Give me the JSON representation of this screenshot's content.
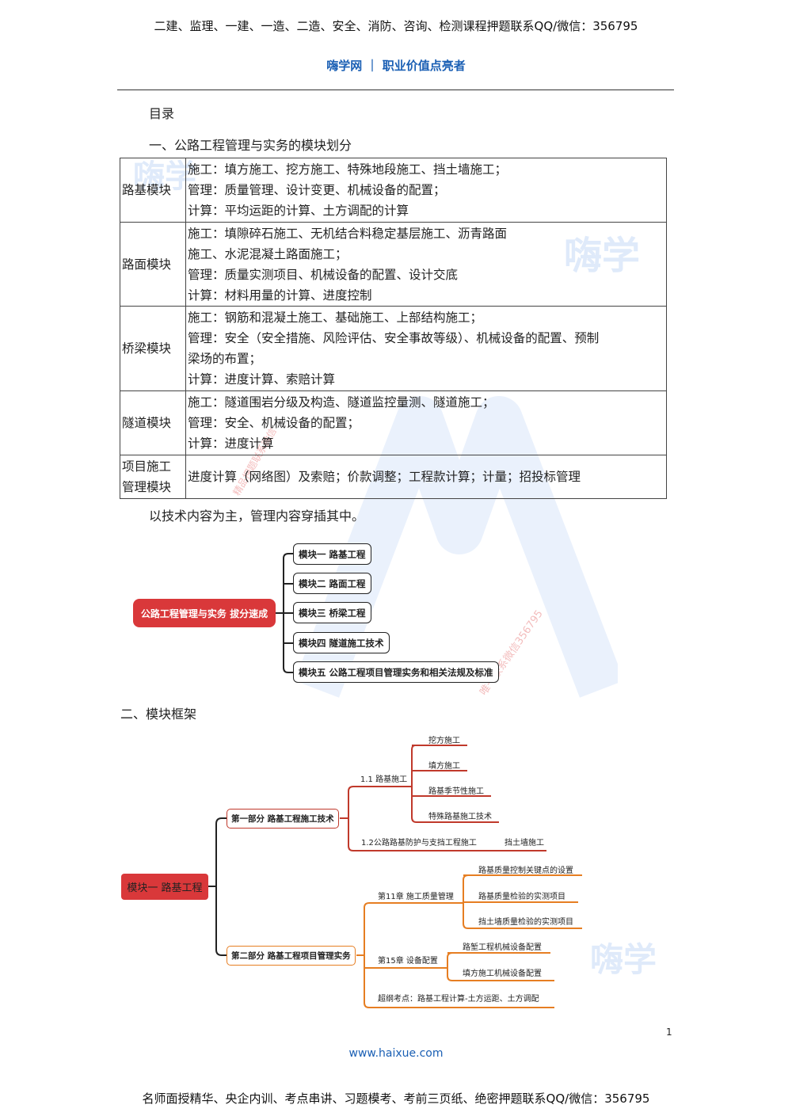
{
  "header": {
    "banner": "二建、监理、一建、一造、二造、安全、消防、咨询、检测课程押题联系QQ/微信：356795",
    "brand": "嗨学网 ｜ 职业价值点亮者"
  },
  "toc_title": "目录",
  "section1_title": "一、公路工程管理与实务的模块划分",
  "modules_table": [
    {
      "name": "路基模块",
      "lines": [
        "施工：填方施工、挖方施工、特殊地段施工、挡土墙施工；",
        "管理：质量管理、设计变更、机械设备的配置；",
        "计算：平均运距的计算、土方调配的计算"
      ]
    },
    {
      "name": "路面模块",
      "lines": [
        "施工：填隙碎石施工、无机结合料稳定基层施工、沥青路面",
        "施工、水泥混凝土路面施工；",
        "管理：质量实测项目、机械设备的配置、设计交底",
        "计算：材料用量的计算、进度控制"
      ]
    },
    {
      "name": "桥梁模块",
      "lines": [
        "施工：钢筋和混凝土施工、基础施工、上部结构施工；",
        "管理：安全（安全措施、风险评估、安全事故等级）、机械设备的配置、预制",
        "梁场的布置；",
        "计算：进度计算、索赔计算"
      ]
    },
    {
      "name": "隧道模块",
      "lines": [
        "施工：隧道围岩分级及构造、隧道监控量测、隧道施工；",
        "管理：安全、机械设备的配置；",
        "计算：进度计算"
      ]
    },
    {
      "name": "项目施工管理模块",
      "name_lines": [
        "项目施工",
        "管理模块"
      ],
      "lines": [
        "进度计算（网络图）及索赔；价款调整；工程款计算；计量；招投标管理"
      ]
    }
  ],
  "note": "以技术内容为主，管理内容穿插其中。",
  "mindmap1": {
    "root": "公路工程管理与实务 拔分速成",
    "children": [
      "模块一 路基工程",
      "模块二 路面工程",
      "模块三 桥梁工程",
      "模块四 隧道施工技术",
      "模块五 公路工程项目管理实务和相关法规及标准"
    ]
  },
  "section2_title": "二、模块框架",
  "mindmap2": {
    "root": "模块一 路基工程",
    "part1": {
      "label": "第一部分 路基工程施工技术",
      "branch1": {
        "label": "1.1 路基施工",
        "items": [
          "挖方施工",
          "填方施工",
          "路基季节性施工",
          "特殊路基施工技术"
        ]
      },
      "branch2": {
        "label": "1.2公路路基防护与支挡工程施工",
        "items": [
          "挡土墙施工"
        ]
      }
    },
    "part2": {
      "label": "第二部分 路基工程项目管理实务",
      "branch1": {
        "label": "第11章 施工质量管理",
        "items": [
          "路基质量控制关键点的设置",
          "路基质量检验的实测项目",
          "挡土墙质量检验的实测项目"
        ]
      },
      "branch2": {
        "label": "第15章 设备配置",
        "items": [
          "路堑工程机械设备配置",
          "填方施工机械设备配置"
        ]
      },
      "branch3": {
        "label": "超纲考点：路基工程计算-土方运距、土方调配"
      }
    }
  },
  "watermarks": {
    "logo_text": "嗨学",
    "diag1": "唯一联系微信356795",
    "diag2": "精品押题联系微信"
  },
  "colors": {
    "brand_blue": "#1a5fb4",
    "root_red": "#d9383a",
    "part1_red": "#c0392b",
    "part2_orange": "#e67e22"
  },
  "page_number": "1",
  "footer": {
    "url": "www.haixue.com",
    "banner": "名师面授精华、央企内训、考点串讲、习题模考、考前三页纸、绝密押题联系QQ/微信：356795"
  }
}
